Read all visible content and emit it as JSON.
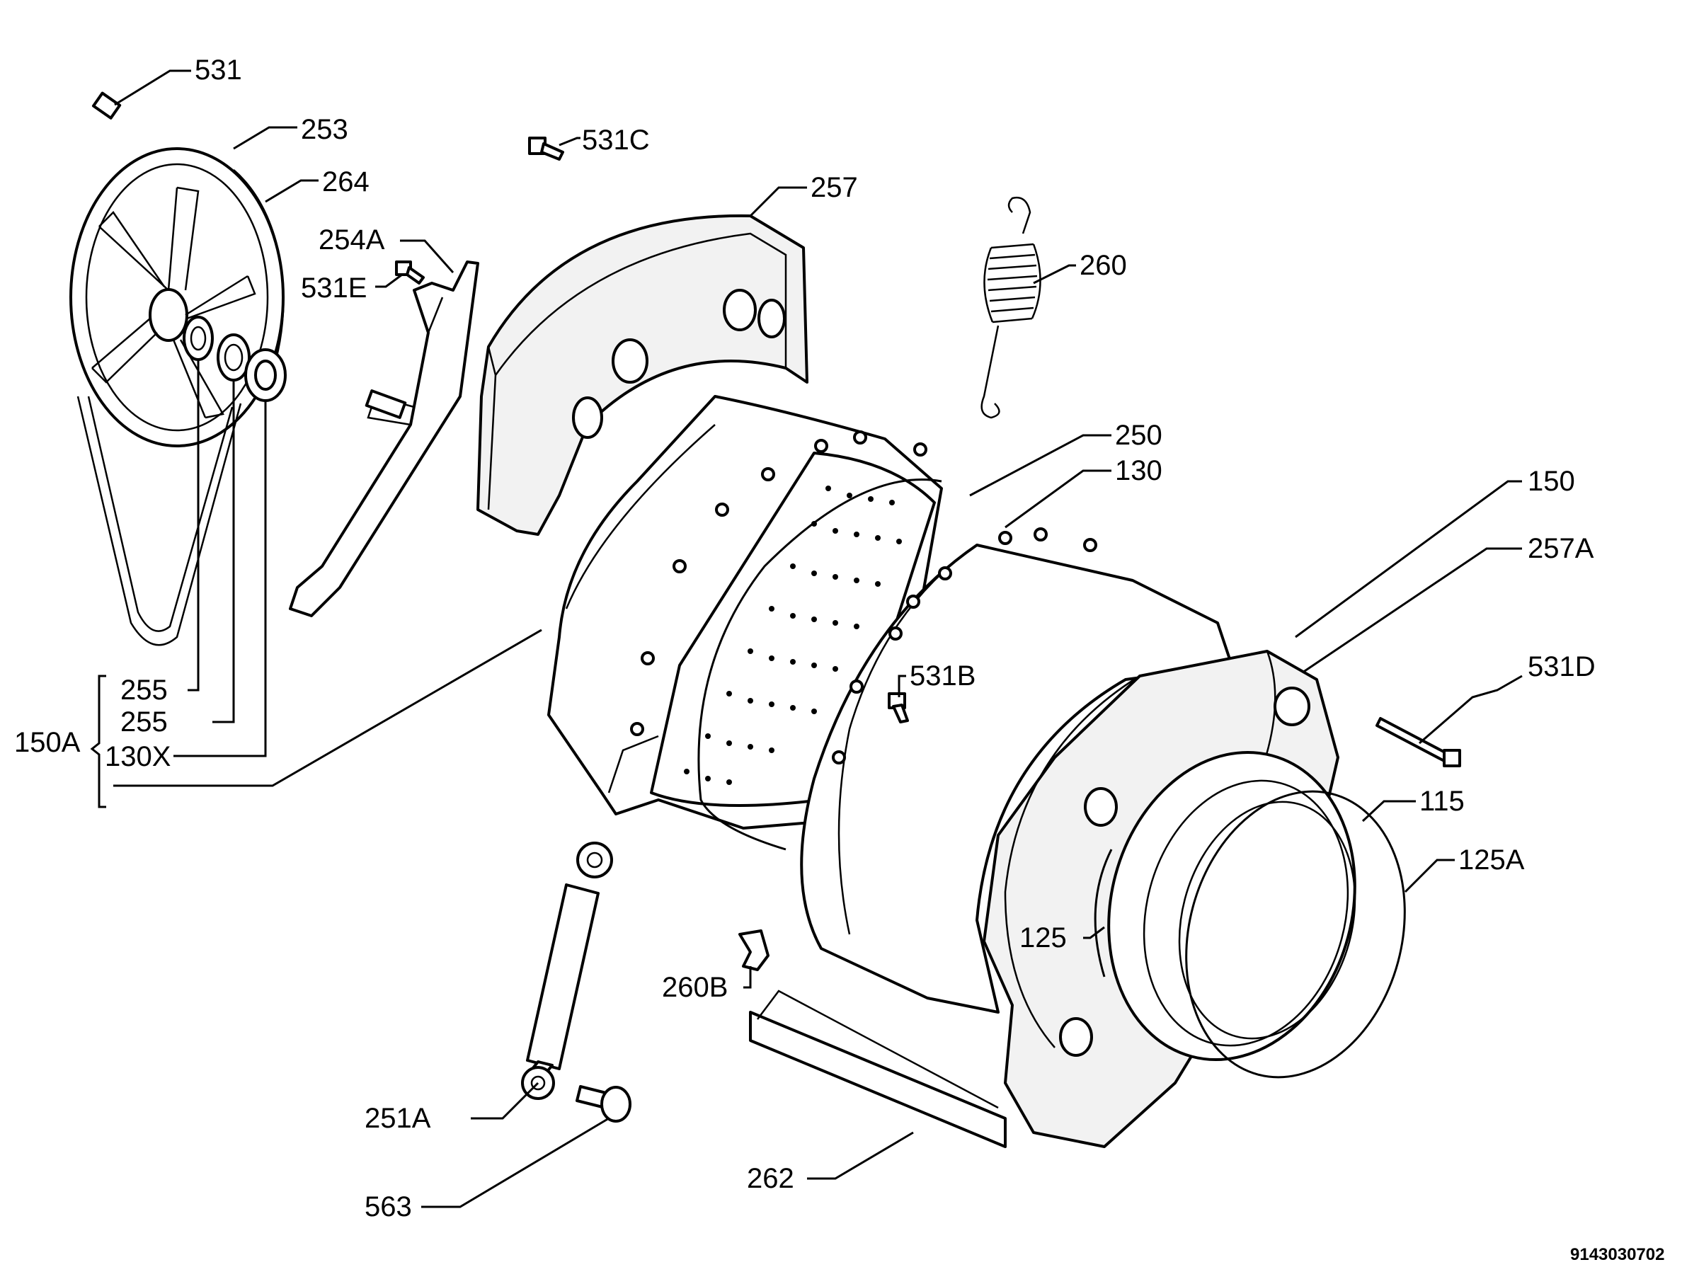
{
  "diagram": {
    "labels": {
      "l531": "531",
      "l253": "253",
      "l264": "264",
      "l531C": "531C",
      "l257": "257",
      "l254A": "254A",
      "l531E": "531E",
      "l260": "260",
      "l250": "250",
      "l130": "130",
      "l150": "150",
      "l257A": "257A",
      "l531D": "531D",
      "l531B": "531B",
      "l255a": "255",
      "l255b": "255",
      "l150A": "150A",
      "l130X": "130X",
      "l115": "115",
      "l125A": "125A",
      "l125": "125",
      "l260B": "260B",
      "l251A": "251A",
      "l563": "563",
      "l262": "262"
    },
    "drawing_code": "9143030702"
  }
}
